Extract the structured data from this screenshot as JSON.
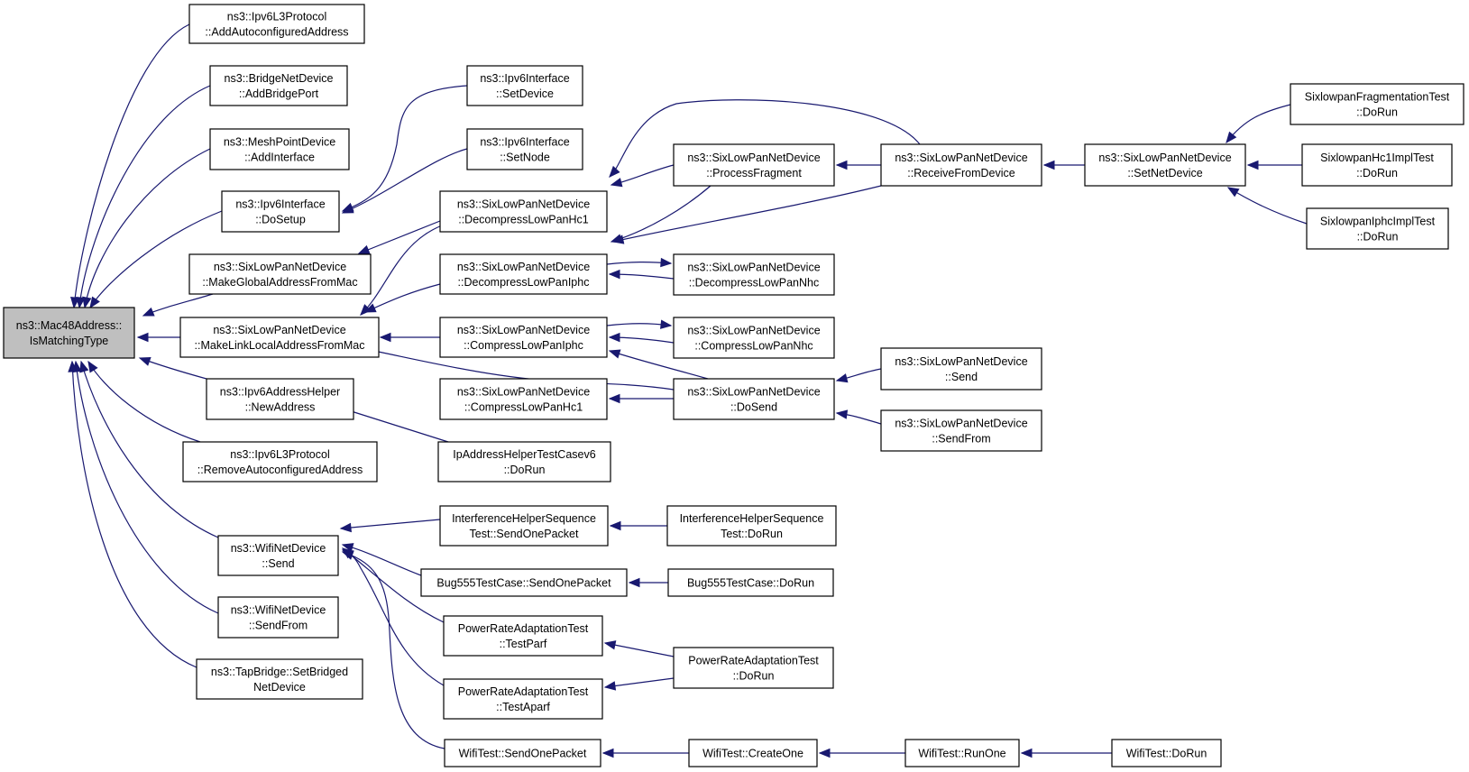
{
  "nodes": [
    {
      "id": "root",
      "root": true,
      "lines": [
        "ns3::Mac48Address::",
        "IsMatchingType"
      ]
    },
    {
      "id": "addAutoconf",
      "lines": [
        "ns3::Ipv6L3Protocol",
        "::AddAutoconfiguredAddress"
      ]
    },
    {
      "id": "addBridgePort",
      "lines": [
        "ns3::BridgeNetDevice",
        "::AddBridgePort"
      ]
    },
    {
      "id": "addInterface",
      "lines": [
        "ns3::MeshPointDevice",
        "::AddInterface"
      ]
    },
    {
      "id": "doSetup",
      "lines": [
        "ns3::Ipv6Interface",
        "::DoSetup"
      ]
    },
    {
      "id": "makeGlobal",
      "lines": [
        "ns3::SixLowPanNetDevice",
        "::MakeGlobalAddressFromMac"
      ]
    },
    {
      "id": "makeLinkLocal",
      "lines": [
        "ns3::SixLowPanNetDevice",
        "::MakeLinkLocalAddressFromMac"
      ]
    },
    {
      "id": "newAddress",
      "lines": [
        "ns3::Ipv6AddressHelper",
        "::NewAddress"
      ]
    },
    {
      "id": "removeAutoconf",
      "lines": [
        "ns3::Ipv6L3Protocol",
        "::RemoveAutoconfiguredAddress"
      ]
    },
    {
      "id": "wifiSend",
      "lines": [
        "ns3::WifiNetDevice",
        "::Send"
      ]
    },
    {
      "id": "wifiSendFrom",
      "lines": [
        "ns3::WifiNetDevice",
        "::SendFrom"
      ]
    },
    {
      "id": "tapBridge",
      "lines": [
        "ns3::TapBridge::SetBridged",
        "NetDevice"
      ]
    },
    {
      "id": "setDevice",
      "lines": [
        "ns3::Ipv6Interface",
        "::SetDevice"
      ]
    },
    {
      "id": "setNode",
      "lines": [
        "ns3::Ipv6Interface",
        "::SetNode"
      ]
    },
    {
      "id": "decompHc1",
      "lines": [
        "ns3::SixLowPanNetDevice",
        "::DecompressLowPanHc1"
      ]
    },
    {
      "id": "decompIphc",
      "lines": [
        "ns3::SixLowPanNetDevice",
        "::DecompressLowPanIphc"
      ]
    },
    {
      "id": "compIphc",
      "lines": [
        "ns3::SixLowPanNetDevice",
        "::CompressLowPanIphc"
      ]
    },
    {
      "id": "compHc1",
      "lines": [
        "ns3::SixLowPanNetDevice",
        "::CompressLowPanHc1"
      ]
    },
    {
      "id": "ipAddrTest",
      "lines": [
        "IpAddressHelperTestCasev6",
        "::DoRun"
      ]
    },
    {
      "id": "interfSendOne",
      "lines": [
        "InterferenceHelperSequence",
        "Test::SendOnePacket"
      ]
    },
    {
      "id": "bug555Send",
      "lines": [
        "Bug555TestCase::SendOnePacket"
      ]
    },
    {
      "id": "testParf",
      "lines": [
        "PowerRateAdaptationTest",
        "::TestParf"
      ]
    },
    {
      "id": "testAparf",
      "lines": [
        "PowerRateAdaptationTest",
        "::TestAparf"
      ]
    },
    {
      "id": "wifiTestSend",
      "lines": [
        "WifiTest::SendOnePacket"
      ]
    },
    {
      "id": "processFragment",
      "lines": [
        "ns3::SixLowPanNetDevice",
        "::ProcessFragment"
      ]
    },
    {
      "id": "decompNhc",
      "lines": [
        "ns3::SixLowPanNetDevice",
        "::DecompressLowPanNhc"
      ]
    },
    {
      "id": "compNhc",
      "lines": [
        "ns3::SixLowPanNetDevice",
        "::CompressLowPanNhc"
      ]
    },
    {
      "id": "doSend",
      "lines": [
        "ns3::SixLowPanNetDevice",
        "::DoSend"
      ]
    },
    {
      "id": "interfDoRun",
      "lines": [
        "InterferenceHelperSequence",
        "Test::DoRun"
      ]
    },
    {
      "id": "bug555DoRun",
      "lines": [
        "Bug555TestCase::DoRun"
      ]
    },
    {
      "id": "powerDoRun",
      "lines": [
        "PowerRateAdaptationTest",
        "::DoRun"
      ]
    },
    {
      "id": "createOne",
      "lines": [
        "WifiTest::CreateOne"
      ]
    },
    {
      "id": "receiveFromDevice",
      "lines": [
        "ns3::SixLowPanNetDevice",
        "::ReceiveFromDevice"
      ]
    },
    {
      "id": "sixSend",
      "lines": [
        "ns3::SixLowPanNetDevice",
        "::Send"
      ]
    },
    {
      "id": "sixSendFrom",
      "lines": [
        "ns3::SixLowPanNetDevice",
        "::SendFrom"
      ]
    },
    {
      "id": "runOne",
      "lines": [
        "WifiTest::RunOne"
      ]
    },
    {
      "id": "setNetDevice",
      "lines": [
        "ns3::SixLowPanNetDevice",
        "::SetNetDevice"
      ]
    },
    {
      "id": "wifiTestDoRun",
      "lines": [
        "WifiTest::DoRun"
      ]
    },
    {
      "id": "fragTest",
      "lines": [
        "SixlowpanFragmentationTest",
        "::DoRun"
      ]
    },
    {
      "id": "hc1Test",
      "lines": [
        "SixlowpanHc1ImplTest",
        "::DoRun"
      ]
    },
    {
      "id": "iphcTest",
      "lines": [
        "SixlowpanIphcImplTest",
        "::DoRun"
      ]
    }
  ],
  "edges": [
    {
      "from": "addAutoconf",
      "to": "root"
    },
    {
      "from": "addBridgePort",
      "to": "root"
    },
    {
      "from": "addInterface",
      "to": "root"
    },
    {
      "from": "doSetup",
      "to": "root"
    },
    {
      "from": "makeGlobal",
      "to": "root"
    },
    {
      "from": "makeLinkLocal",
      "to": "root"
    },
    {
      "from": "newAddress",
      "to": "root"
    },
    {
      "from": "removeAutoconf",
      "to": "root"
    },
    {
      "from": "wifiSend",
      "to": "root"
    },
    {
      "from": "wifiSendFrom",
      "to": "root"
    },
    {
      "from": "tapBridge",
      "to": "root"
    },
    {
      "from": "setDevice",
      "to": "doSetup"
    },
    {
      "from": "setNode",
      "to": "doSetup"
    },
    {
      "from": "decompHc1",
      "to": "makeGlobal"
    },
    {
      "from": "decompHc1",
      "to": "makeLinkLocal"
    },
    {
      "from": "decompIphc",
      "to": "makeLinkLocal"
    },
    {
      "from": "compIphc",
      "to": "makeLinkLocal"
    },
    {
      "from": "doSend",
      "to": "makeLinkLocal"
    },
    {
      "from": "ipAddrTest",
      "to": "newAddress"
    },
    {
      "from": "interfSendOne",
      "to": "wifiSend"
    },
    {
      "from": "bug555Send",
      "to": "wifiSend"
    },
    {
      "from": "testParf",
      "to": "wifiSend"
    },
    {
      "from": "testAparf",
      "to": "wifiSend"
    },
    {
      "from": "wifiTestSend",
      "to": "wifiSend"
    },
    {
      "from": "processFragment",
      "to": "decompHc1"
    },
    {
      "from": "receiveFromDevice",
      "to": "decompHc1"
    },
    {
      "from": "processFragment",
      "to": "decompIphc"
    },
    {
      "from": "receiveFromDevice",
      "to": "decompIphc"
    },
    {
      "from": "decompNhc",
      "to": "decompIphc"
    },
    {
      "from": "decompIphc",
      "to": "decompNhc"
    },
    {
      "from": "compNhc",
      "to": "compIphc"
    },
    {
      "from": "compIphc",
      "to": "compNhc"
    },
    {
      "from": "doSend",
      "to": "compIphc"
    },
    {
      "from": "doSend",
      "to": "compHc1"
    },
    {
      "from": "interfDoRun",
      "to": "interfSendOne"
    },
    {
      "from": "bug555DoRun",
      "to": "bug555Send"
    },
    {
      "from": "powerDoRun",
      "to": "testParf"
    },
    {
      "from": "powerDoRun",
      "to": "testAparf"
    },
    {
      "from": "createOne",
      "to": "wifiTestSend"
    },
    {
      "from": "receiveFromDevice",
      "to": "processFragment"
    },
    {
      "from": "sixSend",
      "to": "doSend"
    },
    {
      "from": "sixSendFrom",
      "to": "doSend"
    },
    {
      "from": "runOne",
      "to": "createOne"
    },
    {
      "from": "setNetDevice",
      "to": "receiveFromDevice"
    },
    {
      "from": "wifiTestDoRun",
      "to": "runOne"
    },
    {
      "from": "fragTest",
      "to": "setNetDevice"
    },
    {
      "from": "hc1Test",
      "to": "setNetDevice"
    },
    {
      "from": "iphcTest",
      "to": "setNetDevice"
    }
  ]
}
